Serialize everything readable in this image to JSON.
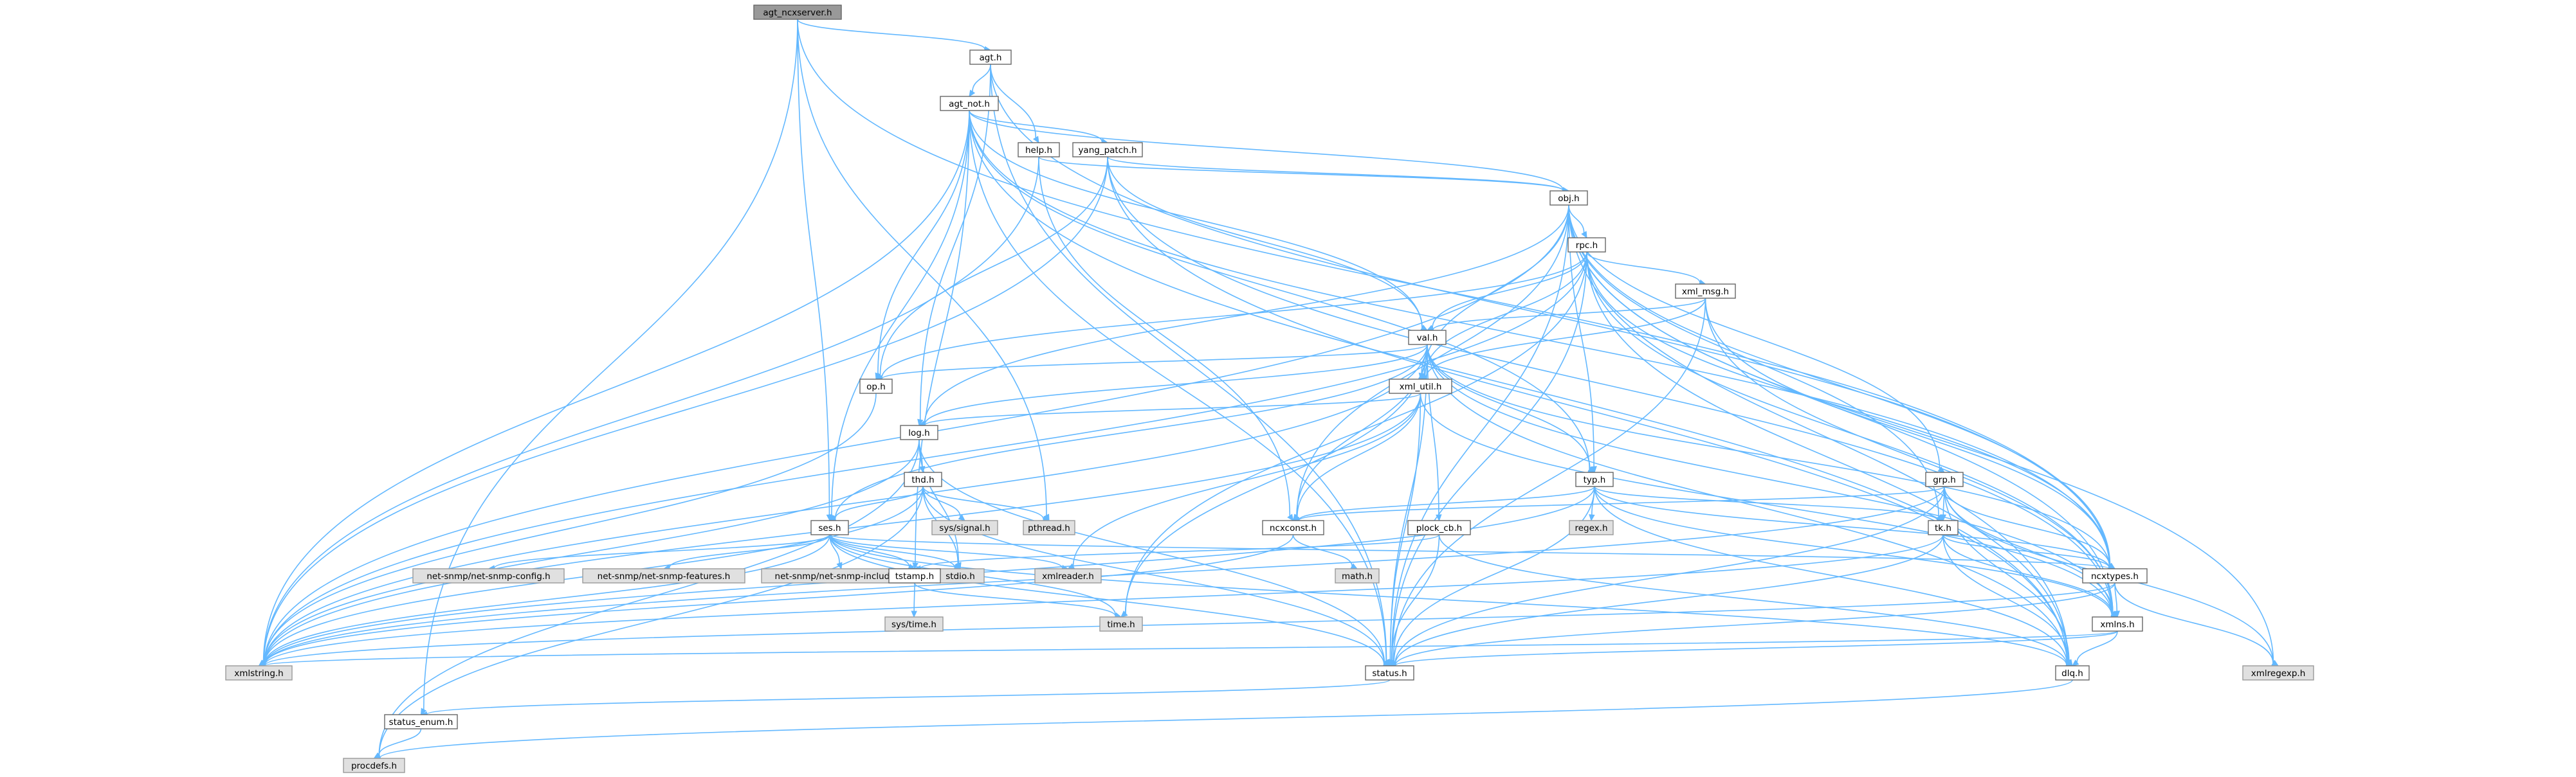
{
  "graph": {
    "nodes": [
      {
        "id": "agt_ncxserver_h",
        "label": "agt_ncxserver.h",
        "kind": "current"
      },
      {
        "id": "agt_h",
        "label": "agt.h",
        "kind": "normal"
      },
      {
        "id": "agt_not_h",
        "label": "agt_not.h",
        "kind": "normal"
      },
      {
        "id": "help_h",
        "label": "help.h",
        "kind": "normal"
      },
      {
        "id": "yang_patch_h",
        "label": "yang_patch.h",
        "kind": "normal"
      },
      {
        "id": "obj_h",
        "label": "obj.h",
        "kind": "normal"
      },
      {
        "id": "rpc_h",
        "label": "rpc.h",
        "kind": "normal"
      },
      {
        "id": "xml_msg_h",
        "label": "xml_msg.h",
        "kind": "normal"
      },
      {
        "id": "val_h",
        "label": "val.h",
        "kind": "normal"
      },
      {
        "id": "op_h",
        "label": "op.h",
        "kind": "normal"
      },
      {
        "id": "xml_util_h",
        "label": "xml_util.h",
        "kind": "normal"
      },
      {
        "id": "log_h",
        "label": "log.h",
        "kind": "normal"
      },
      {
        "id": "typ_h",
        "label": "typ.h",
        "kind": "normal"
      },
      {
        "id": "grp_h",
        "label": "grp.h",
        "kind": "normal"
      },
      {
        "id": "thd_h",
        "label": "thd.h",
        "kind": "normal"
      },
      {
        "id": "sys_signal_h",
        "label": "sys/signal.h",
        "kind": "external"
      },
      {
        "id": "pthread_h",
        "label": "pthread.h",
        "kind": "external"
      },
      {
        "id": "ses_h",
        "label": "ses.h",
        "kind": "normal"
      },
      {
        "id": "regex_h",
        "label": "regex.h",
        "kind": "external"
      },
      {
        "id": "ncxconst_h",
        "label": "ncxconst.h",
        "kind": "normal"
      },
      {
        "id": "plock_cb_h",
        "label": "plock_cb.h",
        "kind": "normal"
      },
      {
        "id": "tk_h",
        "label": "tk.h",
        "kind": "normal"
      },
      {
        "id": "netsnmp_config_h",
        "label": "net-snmp/net-snmp-config.h",
        "kind": "external"
      },
      {
        "id": "netsnmp_features_h",
        "label": "net-snmp/net-snmp-features.h",
        "kind": "external"
      },
      {
        "id": "netsnmp_includes_h",
        "label": "net-snmp/net-snmp-includes.h",
        "kind": "external"
      },
      {
        "id": "stdio_h",
        "label": "stdio.h",
        "kind": "external"
      },
      {
        "id": "xmlreader_h",
        "label": "xmlreader.h",
        "kind": "external"
      },
      {
        "id": "math_h",
        "label": "math.h",
        "kind": "external"
      },
      {
        "id": "ncxtypes_h",
        "label": "ncxtypes.h",
        "kind": "normal"
      },
      {
        "id": "tstamp_h",
        "label": "tstamp.h",
        "kind": "normal"
      },
      {
        "id": "sys_time_h",
        "label": "sys/time.h",
        "kind": "external"
      },
      {
        "id": "time_h",
        "label": "time.h",
        "kind": "external"
      },
      {
        "id": "xmlns_h",
        "label": "xmlns.h",
        "kind": "normal"
      },
      {
        "id": "xmlregexp_h",
        "label": "xmlregexp.h",
        "kind": "external"
      },
      {
        "id": "xmlstring_h",
        "label": "xmlstring.h",
        "kind": "external"
      },
      {
        "id": "status_h",
        "label": "status.h",
        "kind": "normal"
      },
      {
        "id": "dlq_h",
        "label": "dlq.h",
        "kind": "normal"
      },
      {
        "id": "status_enum_h",
        "label": "status_enum.h",
        "kind": "normal"
      },
      {
        "id": "procdefs_h",
        "label": "procdefs.h",
        "kind": "external"
      }
    ],
    "edges": [
      [
        "agt_ncxserver_h",
        "agt_h"
      ],
      [
        "agt_ncxserver_h",
        "ses_h"
      ],
      [
        "agt_ncxserver_h",
        "pthread_h"
      ],
      [
        "agt_ncxserver_h",
        "ncxtypes_h"
      ],
      [
        "agt_ncxserver_h",
        "status_enum_h"
      ],
      [
        "agt_h",
        "agt_not_h"
      ],
      [
        "agt_h",
        "help_h"
      ],
      [
        "agt_h",
        "log_h"
      ],
      [
        "agt_h",
        "status_h"
      ],
      [
        "agt_h",
        "ncxtypes_h"
      ],
      [
        "agt_not_h",
        "yang_patch_h"
      ],
      [
        "agt_not_h",
        "obj_h"
      ],
      [
        "agt_not_h",
        "val_h"
      ],
      [
        "agt_not_h",
        "ses_h"
      ],
      [
        "agt_not_h",
        "tstamp_h"
      ],
      [
        "agt_not_h",
        "xmlstring_h"
      ],
      [
        "agt_not_h",
        "status_h"
      ],
      [
        "agt_not_h",
        "dlq_h"
      ],
      [
        "agt_not_h",
        "ncxtypes_h"
      ],
      [
        "agt_not_h",
        "op_h"
      ],
      [
        "agt_not_h",
        "typ_h"
      ],
      [
        "help_h",
        "obj_h"
      ],
      [
        "help_h",
        "ncxconst_h"
      ],
      [
        "help_h",
        "xmlstring_h"
      ],
      [
        "yang_patch_h",
        "obj_h"
      ],
      [
        "yang_patch_h",
        "op_h"
      ],
      [
        "yang_patch_h",
        "val_h"
      ],
      [
        "yang_patch_h",
        "xmlstring_h"
      ],
      [
        "yang_patch_h",
        "dlq_h"
      ],
      [
        "yang_patch_h",
        "xmlns_h"
      ],
      [
        "obj_h",
        "rpc_h"
      ],
      [
        "obj_h",
        "grp_h"
      ],
      [
        "obj_h",
        "typ_h"
      ],
      [
        "obj_h",
        "xml_util_h"
      ],
      [
        "obj_h",
        "ncxconst_h"
      ],
      [
        "obj_h",
        "tk_h"
      ],
      [
        "obj_h",
        "log_h"
      ],
      [
        "obj_h",
        "xmlns_h"
      ],
      [
        "obj_h",
        "ncxtypes_h"
      ],
      [
        "obj_h",
        "status_h"
      ],
      [
        "obj_h",
        "dlq_h"
      ],
      [
        "obj_h",
        "xmlstring_h"
      ],
      [
        "obj_h",
        "xmlregexp_h"
      ],
      [
        "rpc_h",
        "xml_msg_h"
      ],
      [
        "rpc_h",
        "val_h"
      ],
      [
        "rpc_h",
        "op_h"
      ],
      [
        "rpc_h",
        "xml_util_h"
      ],
      [
        "rpc_h",
        "ncxtypes_h"
      ],
      [
        "rpc_h",
        "status_h"
      ],
      [
        "rpc_h",
        "dlq_h"
      ],
      [
        "rpc_h",
        "xmlns_h"
      ],
      [
        "rpc_h",
        "time_h"
      ],
      [
        "rpc_h",
        "xmlstring_h"
      ],
      [
        "xml_msg_h",
        "val_h"
      ],
      [
        "xml_msg_h",
        "xml_util_h"
      ],
      [
        "xml_msg_h",
        "xmlns_h"
      ],
      [
        "xml_msg_h",
        "ncxtypes_h"
      ],
      [
        "xml_msg_h",
        "status_h"
      ],
      [
        "val_h",
        "xml_util_h"
      ],
      [
        "val_h",
        "op_h"
      ],
      [
        "val_h",
        "log_h"
      ],
      [
        "val_h",
        "typ_h"
      ],
      [
        "val_h",
        "plock_cb_h"
      ],
      [
        "val_h",
        "ncxconst_h"
      ],
      [
        "val_h",
        "ses_h"
      ],
      [
        "val_h",
        "xmlns_h"
      ],
      [
        "val_h",
        "status_h"
      ],
      [
        "val_h",
        "dlq_h"
      ],
      [
        "val_h",
        "xmlstring_h"
      ],
      [
        "val_h",
        "ncxtypes_h"
      ],
      [
        "val_h",
        "time_h"
      ],
      [
        "op_h",
        "xmlstring_h"
      ],
      [
        "xml_util_h",
        "log_h"
      ],
      [
        "xml_util_h",
        "ncxconst_h"
      ],
      [
        "xml_util_h",
        "xmlreader_h"
      ],
      [
        "xml_util_h",
        "xmlns_h"
      ],
      [
        "xml_util_h",
        "xmlstring_h"
      ],
      [
        "xml_util_h",
        "status_h"
      ],
      [
        "log_h",
        "thd_h"
      ],
      [
        "log_h",
        "stdio_h"
      ],
      [
        "log_h",
        "xmlstring_h"
      ],
      [
        "log_h",
        "status_h"
      ],
      [
        "log_h",
        "procdefs_h"
      ],
      [
        "thd_h",
        "sys_signal_h"
      ],
      [
        "thd_h",
        "pthread_h"
      ],
      [
        "thd_h",
        "ses_h"
      ],
      [
        "thd_h",
        "stdio_h"
      ],
      [
        "thd_h",
        "xmlstring_h"
      ],
      [
        "thd_h",
        "status_h"
      ],
      [
        "thd_h",
        "procdefs_h"
      ],
      [
        "ses_h",
        "netsnmp_config_h"
      ],
      [
        "ses_h",
        "netsnmp_features_h"
      ],
      [
        "ses_h",
        "netsnmp_includes_h"
      ],
      [
        "ses_h",
        "stdio_h"
      ],
      [
        "ses_h",
        "xmlreader_h"
      ],
      [
        "ses_h",
        "tstamp_h"
      ],
      [
        "ses_h",
        "time_h"
      ],
      [
        "ses_h",
        "ncxtypes_h"
      ],
      [
        "ses_h",
        "xmlstring_h"
      ],
      [
        "ses_h",
        "status_h"
      ],
      [
        "ses_h",
        "dlq_h"
      ],
      [
        "typ_h",
        "regex_h"
      ],
      [
        "typ_h",
        "ncxconst_h"
      ],
      [
        "typ_h",
        "tk_h"
      ],
      [
        "typ_h",
        "ncxtypes_h"
      ],
      [
        "typ_h",
        "xmlns_h"
      ],
      [
        "typ_h",
        "status_h"
      ],
      [
        "typ_h",
        "dlq_h"
      ],
      [
        "typ_h",
        "xmlstring_h"
      ],
      [
        "grp_h",
        "ncxconst_h"
      ],
      [
        "grp_h",
        "tk_h"
      ],
      [
        "grp_h",
        "ncxtypes_h"
      ],
      [
        "grp_h",
        "xmlns_h"
      ],
      [
        "grp_h",
        "status_h"
      ],
      [
        "grp_h",
        "dlq_h"
      ],
      [
        "grp_h",
        "xmlregexp_h"
      ],
      [
        "grp_h",
        "xmlstring_h"
      ],
      [
        "ncxconst_h",
        "math_h"
      ],
      [
        "ncxconst_h",
        "xmlstring_h"
      ],
      [
        "plock_cb_h",
        "tstamp_h"
      ],
      [
        "plock_cb_h",
        "status_h"
      ],
      [
        "plock_cb_h",
        "dlq_h"
      ],
      [
        "tk_h",
        "ncxtypes_h"
      ],
      [
        "tk_h",
        "xmlns_h"
      ],
      [
        "tk_h",
        "status_h"
      ],
      [
        "tk_h",
        "dlq_h"
      ],
      [
        "tk_h",
        "xmlstring_h"
      ],
      [
        "ncxtypes_h",
        "xmlns_h"
      ],
      [
        "ncxtypes_h",
        "status_h"
      ],
      [
        "ncxtypes_h",
        "xmlregexp_h"
      ],
      [
        "ncxtypes_h",
        "xmlstring_h"
      ],
      [
        "tstamp_h",
        "sys_time_h"
      ],
      [
        "tstamp_h",
        "time_h"
      ],
      [
        "xmlns_h",
        "xmlstring_h"
      ],
      [
        "xmlns_h",
        "status_h"
      ],
      [
        "xmlns_h",
        "dlq_h"
      ],
      [
        "status_h",
        "status_enum_h"
      ],
      [
        "dlq_h",
        "procdefs_h"
      ],
      [
        "status_enum_h",
        "procdefs_h"
      ]
    ]
  }
}
